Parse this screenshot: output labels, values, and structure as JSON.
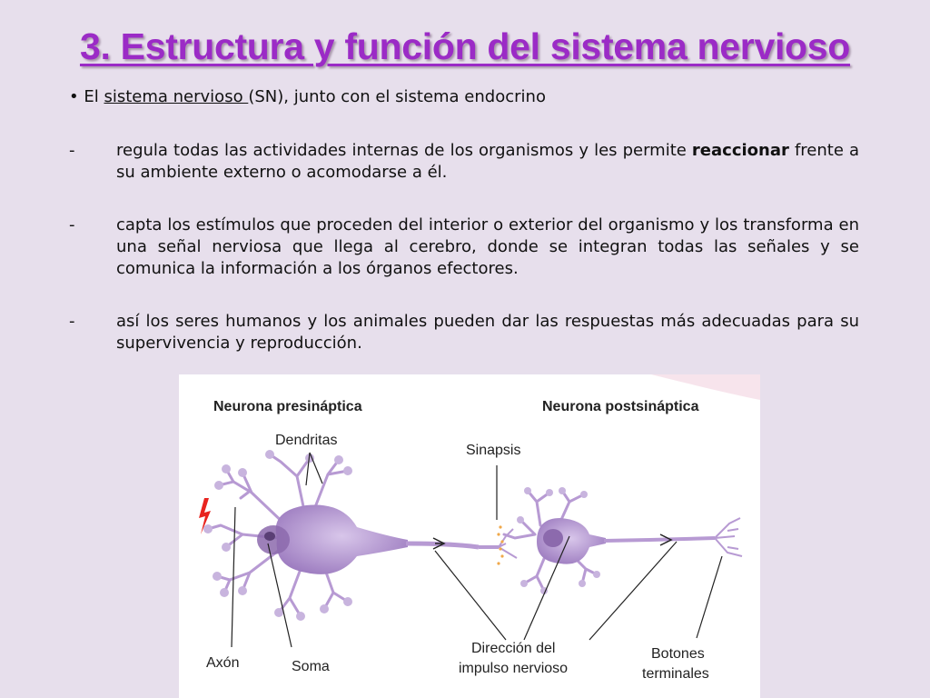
{
  "title": "3. Estructura y función del sistema nervioso",
  "intro": {
    "bullet": "•",
    "prefix": "El ",
    "link": "sistema nervioso ",
    "suffix": "(SN), junto con el sistema endocrino"
  },
  "points": [
    {
      "dash": "-",
      "text_before": "regula todas las actividades internas de los organismos y les permite ",
      "bold": "reaccionar",
      "text_after": " frente a su ambiente externo o acomodarse a él."
    },
    {
      "dash": "-",
      "text": "capta los estímulos que proceden del interior o exterior del organismo y los transforma en una señal nerviosa que llega al cerebro, donde se integran todas las señales y se comunica la información a los órganos efectores."
    },
    {
      "dash": "-",
      "text": "así los seres humanos y los animales pueden dar las respuestas más adecuadas para su supervivencia y reproducción."
    }
  ],
  "figure": {
    "label_presynaptic": "Neurona presináptica",
    "label_postsynaptic": "Neurona postsináptica",
    "label_dendrites": "Dendritas",
    "label_synapse": "Sinapsis",
    "label_axon": "Axón",
    "label_soma": "Soma",
    "label_direction_1": "Dirección del",
    "label_direction_2": "impulso nervioso",
    "label_buttons_1": "Botones",
    "label_buttons_2": "terminales"
  },
  "colors": {
    "title": "#9b2bc6",
    "background": "#e7dfec",
    "neuron": "#b79ad3"
  }
}
